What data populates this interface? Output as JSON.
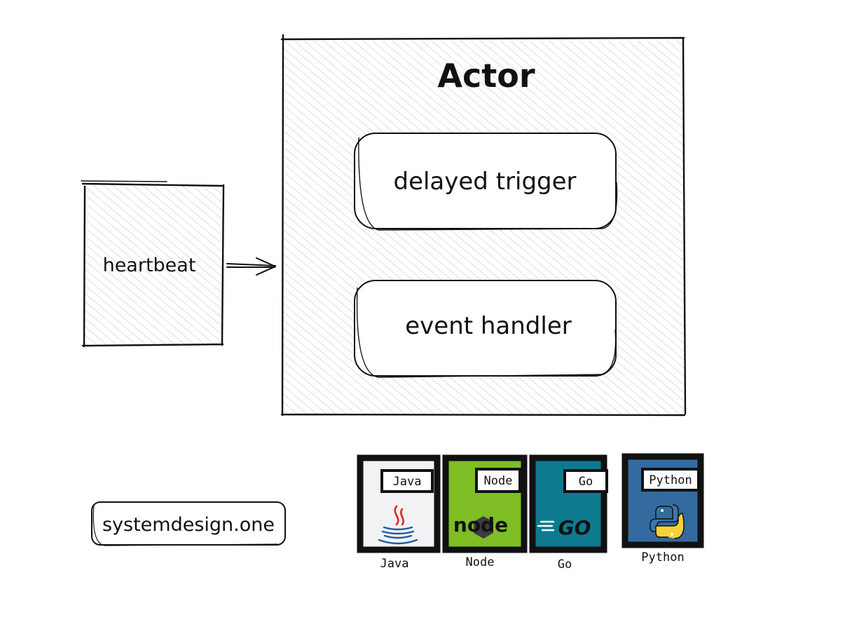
{
  "diagram": {
    "actor": {
      "title": "Actor"
    },
    "heartbeat": {
      "label": "heartbeat"
    },
    "components": [
      {
        "label": "delayed trigger"
      },
      {
        "label": "event handler"
      }
    ],
    "brand": {
      "label": "systemdesign.one"
    },
    "languages": [
      {
        "tag": "Java",
        "caption": "Java",
        "color": "#f2f2f4",
        "icon": "java-coffee-cup-icon"
      },
      {
        "tag": "Node",
        "caption": "Node",
        "color": "#7fbe24",
        "icon": "nodejs-logo-icon",
        "logo_text": "node"
      },
      {
        "tag": "Go",
        "caption": "Go",
        "color": "#0e7a8f",
        "icon": "go-gopher-logo-icon",
        "logo_text": "GO"
      },
      {
        "tag": "Python",
        "caption": "Python",
        "color": "#336aa0",
        "icon": "python-snakes-icon"
      }
    ]
  }
}
